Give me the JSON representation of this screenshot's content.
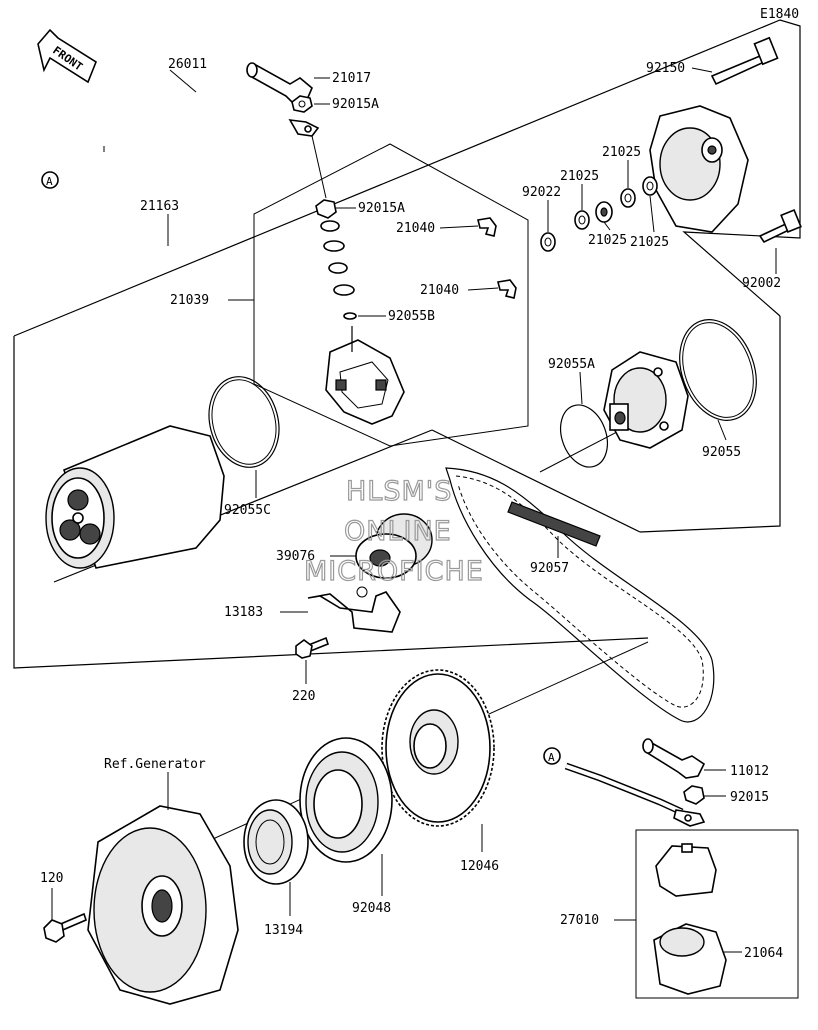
{
  "diagram_code": "E1840",
  "front_label": "FRONT",
  "watermark": [
    "HLSM'S",
    "ONLINE",
    "MICROFICHE"
  ],
  "ref_label": "Ref.Generator",
  "connector_marker": "A",
  "parts": {
    "p26011": "26011",
    "p21017": "21017",
    "p92015A_top": "92015A",
    "p92015A_mid": "92015A",
    "p21163": "21163",
    "p21039": "21039",
    "p21040_a": "21040",
    "p21040_b": "21040",
    "p92055B": "92055B",
    "p92150": "92150",
    "p92022": "92022",
    "p21025_a": "21025",
    "p21025_b": "21025",
    "p21025_c": "21025",
    "p21025_d": "21025",
    "p92002": "92002",
    "p92055A": "92055A",
    "p92055": "92055",
    "p92055C": "92055C",
    "p39076": "39076",
    "p92057": "92057",
    "p13183": "13183",
    "p220": "220",
    "p11012": "11012",
    "p92015": "92015",
    "p12046": "12046",
    "p92048": "92048",
    "p13194": "13194",
    "p120": "120",
    "p27010": "27010",
    "p21064": "21064"
  }
}
